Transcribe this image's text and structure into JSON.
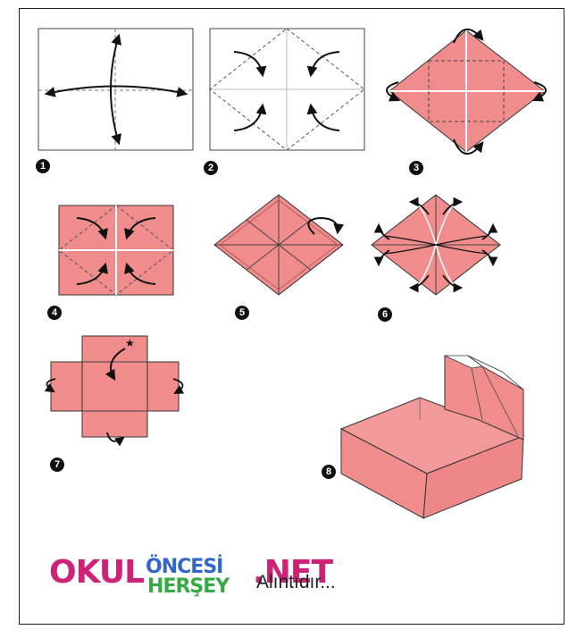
{
  "steps": [
    {
      "id": 1,
      "label": "1"
    },
    {
      "id": 2,
      "label": "2"
    },
    {
      "id": 3,
      "label": "3"
    },
    {
      "id": 4,
      "label": "4"
    },
    {
      "id": 5,
      "label": "5"
    },
    {
      "id": 6,
      "label": "6"
    },
    {
      "id": 7,
      "label": "7"
    },
    {
      "id": 8,
      "label": "8"
    }
  ],
  "brand": {
    "part1": "OKUL",
    "part2_top": "ÖNCESİ",
    "part2_bottom": "HERŞEY",
    "part3": ".NET",
    "colors": [
      "#cc2277",
      "#3366cc",
      "#33aa44",
      "#ee8822",
      "#8833bb"
    ]
  },
  "credit": "Alıntıdır...",
  "colors": {
    "paper": "#f08c8c",
    "paper_dark": "#e07878",
    "line": "#222222"
  }
}
